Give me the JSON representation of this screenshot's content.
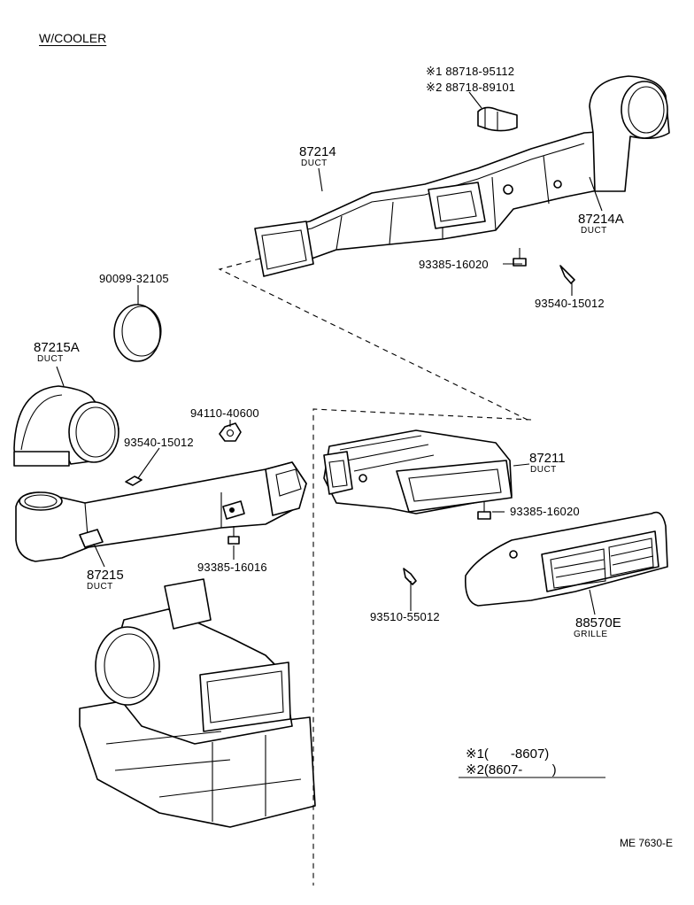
{
  "header": "W/COOLER",
  "callouts": {
    "p87214": {
      "num": "87214",
      "desc": "DUCT"
    },
    "p87214A": {
      "num": "87214A",
      "desc": "DUCT"
    },
    "p87215A": {
      "num": "87215A",
      "desc": "DUCT"
    },
    "p87215": {
      "num": "87215",
      "desc": "DUCT"
    },
    "p87211": {
      "num": "87211",
      "desc": "DUCT"
    },
    "p88570E": {
      "num": "88570E",
      "desc": "GRILLE"
    },
    "p88718a": {
      "mark": "※1",
      "num": "88718-95112"
    },
    "p88718b": {
      "mark": "※2",
      "num": "88718-89101"
    },
    "p90099": "90099-32105",
    "p93385_top": "93385-16020",
    "p93540_top": "93540-15012",
    "p94110": "94110-40600",
    "p93540_left": "93540-15012",
    "p93385_mid": "93385-16020",
    "p93385_16016": "93385-16016",
    "p93510": "93510-55012"
  },
  "legend": {
    "row1": {
      "mark": "※1",
      "range": "(      -8607)"
    },
    "row2": {
      "mark": "※2",
      "range": "(8607-        )"
    }
  },
  "ref_code": "ME 7630-E"
}
